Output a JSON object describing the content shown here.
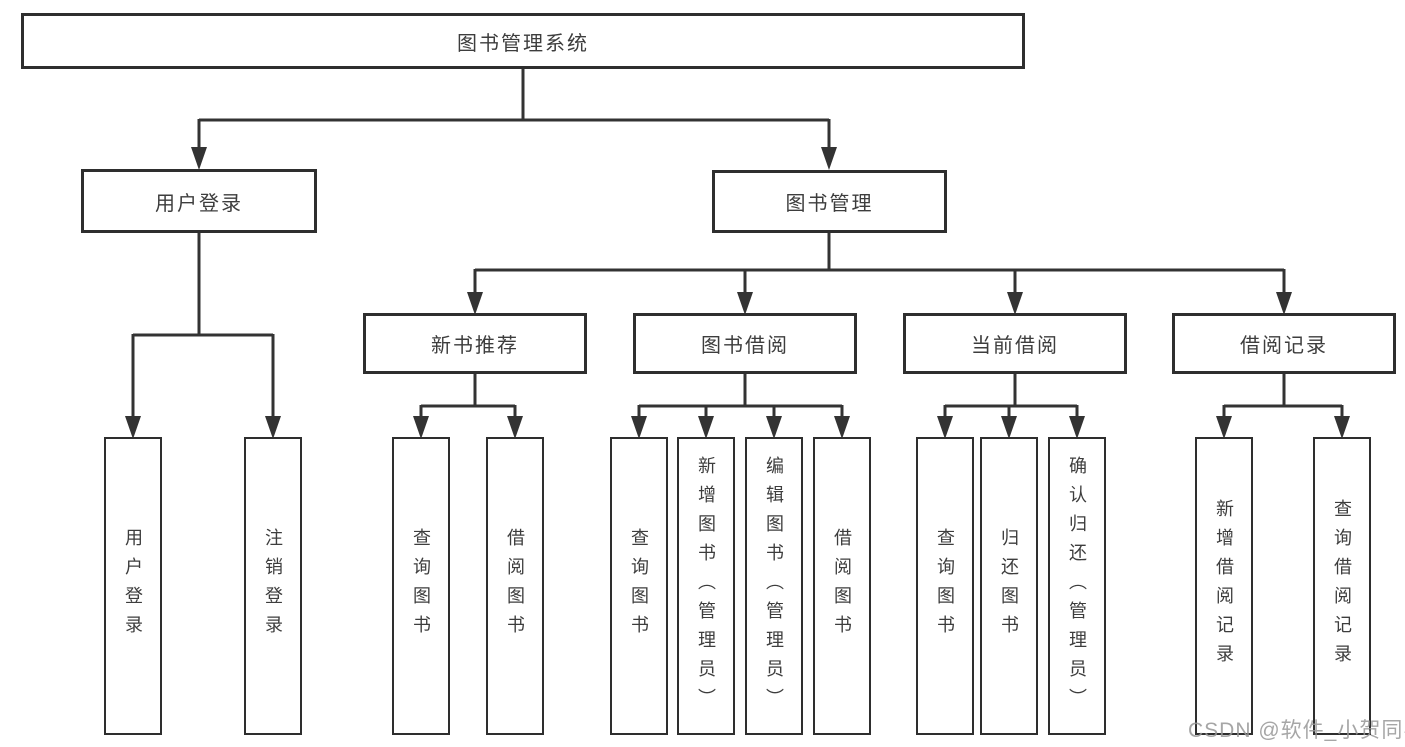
{
  "diagram_title": "图书管理系统",
  "nodes": {
    "root": "图书管理系统",
    "user_login": "用户登录",
    "book_mgmt": "图书管理",
    "new_book_rec": "新书推荐",
    "book_borrow": "图书借阅",
    "current_borrow": "当前借阅",
    "borrow_records": "借阅记录",
    "leaf_user_login": "用户登录",
    "leaf_logout": "注销登录",
    "leaf_nb_query": "查询图书",
    "leaf_nb_borrow": "借阅图书",
    "leaf_bb_query": "查询图书",
    "leaf_bb_add": "新增图书（管理员）",
    "leaf_bb_edit": "编辑图书（管理员）",
    "leaf_bb_borrow": "借阅图书",
    "leaf_cb_query": "查询图书",
    "leaf_cb_return": "归还图书",
    "leaf_cb_confirm": "确认归还（管理员）",
    "leaf_br_add": "新增借阅记录",
    "leaf_br_query": "查询借阅记录"
  },
  "hierarchy": {
    "label": "图书管理系统",
    "children": [
      {
        "label": "用户登录",
        "children": [
          {
            "label": "用户登录"
          },
          {
            "label": "注销登录"
          }
        ]
      },
      {
        "label": "图书管理",
        "children": [
          {
            "label": "新书推荐",
            "children": [
              {
                "label": "查询图书"
              },
              {
                "label": "借阅图书"
              }
            ]
          },
          {
            "label": "图书借阅",
            "children": [
              {
                "label": "查询图书"
              },
              {
                "label": "新增图书（管理员）"
              },
              {
                "label": "编辑图书（管理员）"
              },
              {
                "label": "借阅图书"
              }
            ]
          },
          {
            "label": "当前借阅",
            "children": [
              {
                "label": "查询图书"
              },
              {
                "label": "归还图书"
              },
              {
                "label": "确认归还（管理员）"
              }
            ]
          },
          {
            "label": "借阅记录",
            "children": [
              {
                "label": "新增借阅记录"
              },
              {
                "label": "查询借阅记录"
              }
            ]
          }
        ]
      }
    ]
  },
  "watermark": {
    "text": "CSDN @软件_小贺同学"
  },
  "colors": {
    "background": "#ffffff",
    "line": "#333333",
    "box_border": "#2e2e2e",
    "text": "#3d3d3d",
    "watermark": "#969696"
  }
}
